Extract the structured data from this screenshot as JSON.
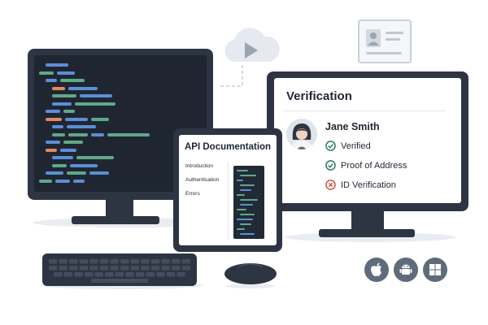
{
  "verification": {
    "title": "Verification",
    "user_name": "Jane Smith",
    "checks": [
      {
        "label": "Verified",
        "status": "passed",
        "icon": "check-circle-icon"
      },
      {
        "label": "Proof of Address",
        "status": "passed",
        "icon": "check-circle-icon"
      },
      {
        "label": "ID Verification",
        "status": "failed",
        "icon": "x-circle-icon"
      }
    ]
  },
  "api_docs": {
    "title": "API Documentation",
    "nav": [
      "Introduction",
      "Authentication",
      "Errors"
    ]
  },
  "platforms": [
    {
      "icon": "apple-icon"
    },
    {
      "icon": "android-icon"
    },
    {
      "icon": "windows-icon"
    }
  ],
  "colors": {
    "device_frame": "#2d3542",
    "code_bg": "#1f2632",
    "check_green": "#2f7d5b",
    "error_red": "#d2564f",
    "code_blue": "#5b8fd6",
    "code_green": "#5fa889",
    "code_orange": "#e08a5f"
  }
}
